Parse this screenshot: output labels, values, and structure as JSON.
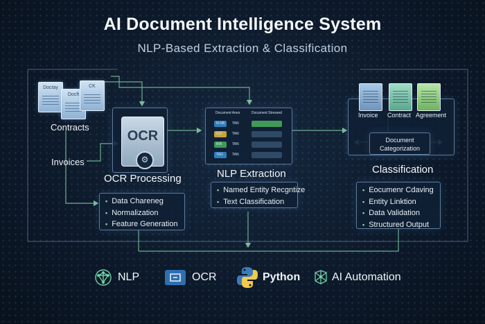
{
  "header": {
    "title": "AI Document Intelligence System",
    "subtitle": "NLP-Based Extraction & Classification"
  },
  "inputs": {
    "doc_labels": [
      "Doctay",
      "Docft",
      "CK"
    ],
    "contracts_label": "Contracts",
    "invoices_label": "Invoices"
  },
  "ocr_stage": {
    "icon_text": "OCR",
    "title": "OCR Processing",
    "steps": [
      "Data Chareneg",
      "Normalization",
      "Feature Generation"
    ]
  },
  "nlp_stage": {
    "title": "NLP Extraction",
    "header_left": "Document Anes",
    "header_right": "Document Stressed",
    "rows": [
      {
        "tag": "N-NB",
        "text": "TAN"
      },
      {
        "tag": "IGD",
        "text": "TAN"
      },
      {
        "tag": "BIN",
        "text": "TAN"
      },
      {
        "tag": "TAG",
        "text": "TAN"
      }
    ],
    "steps": [
      "Named Entity Recgntize",
      "Text Classification"
    ]
  },
  "classification_stage": {
    "doc_types": [
      "Invoice",
      "Contract",
      "Agreement"
    ],
    "category_label": "Document Categorization",
    "title": "Classification",
    "steps": [
      "Eocumenr Cdaving",
      "Entity Linktion",
      "Data Validation",
      "Structured Output"
    ]
  },
  "tech_stack": [
    {
      "name": "NLP",
      "icon": "brain-network-icon"
    },
    {
      "name": "OCR",
      "icon": "ocr-scan-icon"
    },
    {
      "name": "Python",
      "icon": "python-logo-icon"
    },
    {
      "name": "AI Automation",
      "icon": "ai-network-icon"
    }
  ],
  "colors": {
    "background": "#0d1a2b",
    "connector": "#7fc9a0",
    "panel_border": "#5d7a9a",
    "accent_green": "#8fe0b0"
  }
}
